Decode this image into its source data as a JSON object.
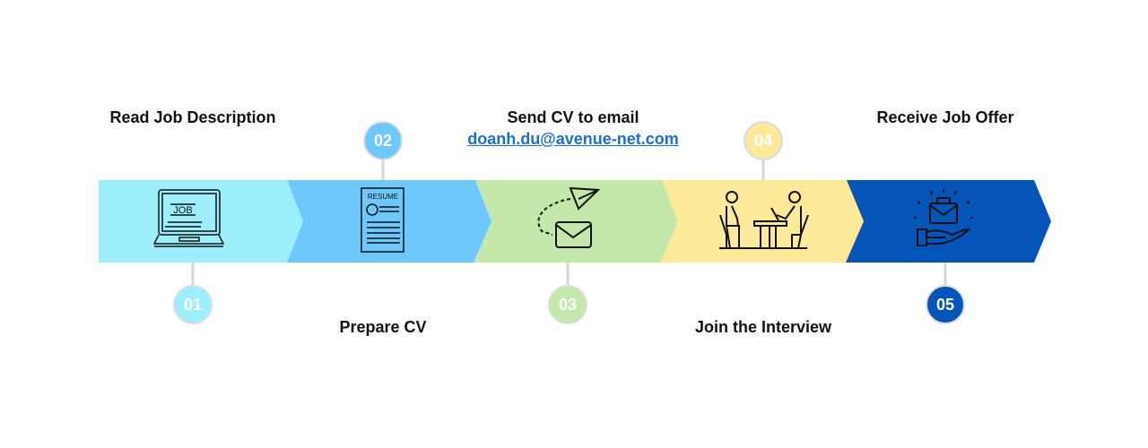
{
  "steps": [
    {
      "number": "01",
      "label": "Read Job Description",
      "icon": "laptop-job-icon",
      "color": "#9eeffd",
      "icon_text": "JOB"
    },
    {
      "number": "02",
      "label": "Prepare CV",
      "icon": "resume-icon",
      "color": "#6ec8fc",
      "icon_text": "RESUME"
    },
    {
      "number": "03",
      "label": "Send CV to email",
      "email": "doanh.du@avenue-net.com",
      "icon": "send-mail-icon",
      "color": "#c2e9ab"
    },
    {
      "number": "04",
      "label": "Join the Interview",
      "icon": "interview-icon",
      "color": "#fde99a"
    },
    {
      "number": "05",
      "label": "Receive Job Offer",
      "icon": "job-offer-icon",
      "color": "#0555b8"
    }
  ]
}
